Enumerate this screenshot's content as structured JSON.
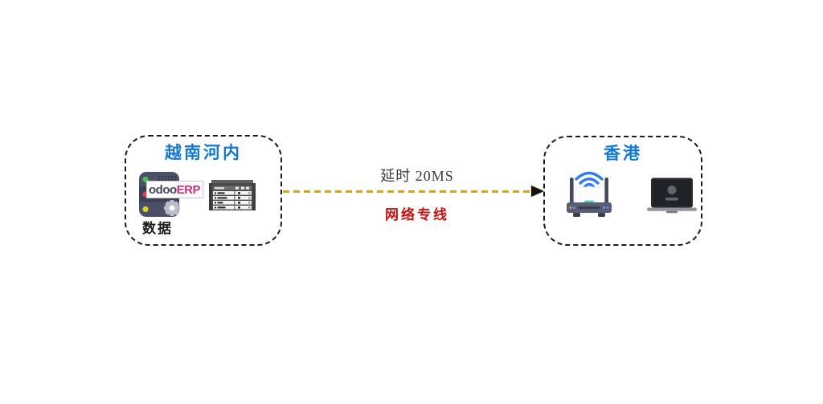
{
  "left_site": {
    "title": "越南河内",
    "data_label": "数据",
    "erp_logo": {
      "odoo": "odoo",
      "erp": "ERP"
    },
    "icons": [
      "odoo-erp-server-icon",
      "rack-server-icon"
    ]
  },
  "right_site": {
    "title": "香港",
    "icons": [
      "wifi-router-icon",
      "laptop-icon"
    ]
  },
  "connection": {
    "latency_label": "延时 20MS",
    "line_label": "网络专线",
    "direction": "left-to-right"
  },
  "colors": {
    "site_title": "#1377d4",
    "latency_text": "#3a3a3a",
    "line_label_text": "#c41111",
    "dashed_line": "#d9a41a",
    "arrowhead": "#141414",
    "box_border": "#1b1b1b",
    "erp_text": "#cf2e7e",
    "odoo_text": "#41465a"
  }
}
